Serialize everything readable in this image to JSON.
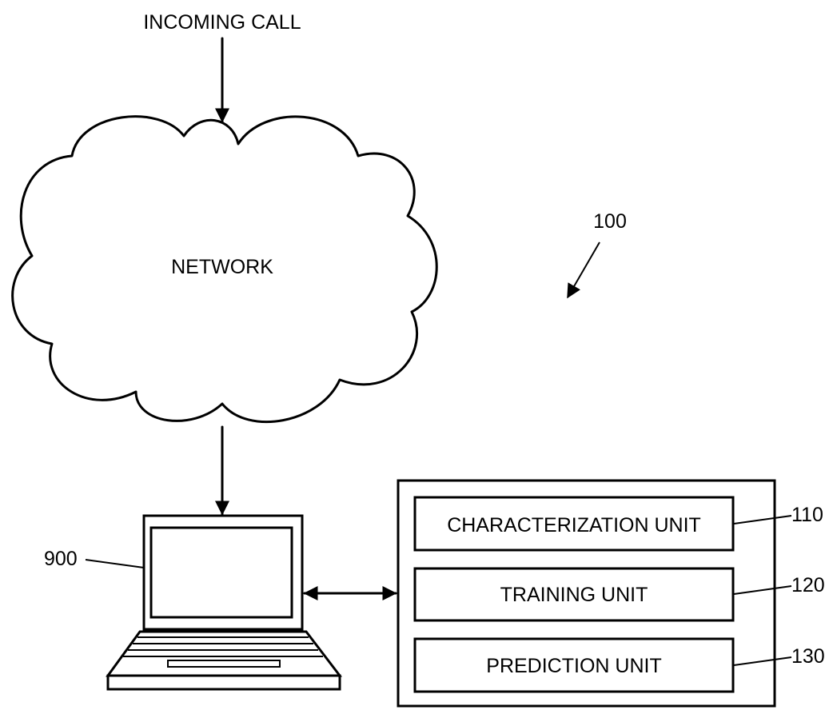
{
  "figure": {
    "incoming_call": "INCOMING CALL",
    "network": "NETWORK",
    "system_ref": "100",
    "terminal_ref": "900",
    "units": [
      {
        "label": "CHARACTERIZATION UNIT",
        "ref": "110"
      },
      {
        "label": "TRAINING UNIT",
        "ref": "120"
      },
      {
        "label": "PREDICTION UNIT",
        "ref": "130"
      }
    ]
  }
}
